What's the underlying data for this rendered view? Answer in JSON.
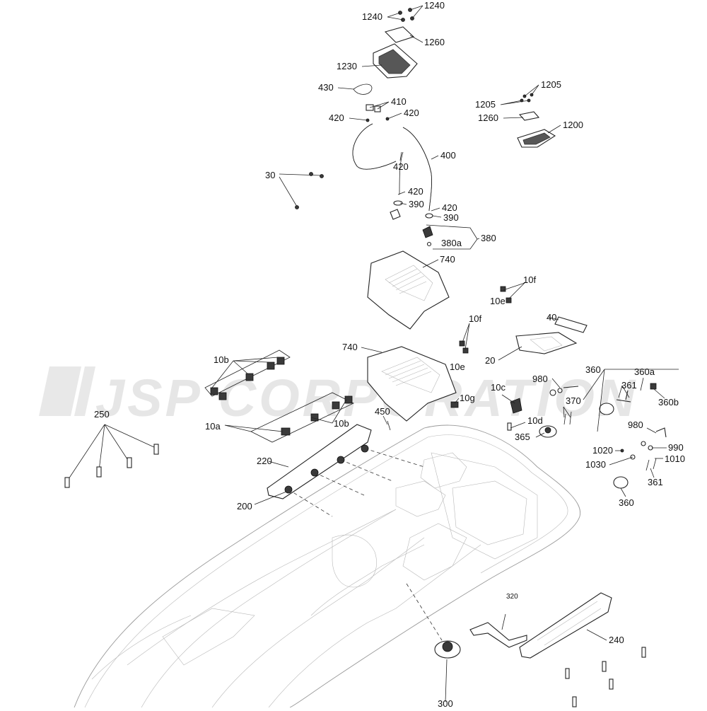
{
  "watermark": "JSP CORPORATION",
  "labels": [
    {
      "id": "l1240a",
      "text": "1240"
    },
    {
      "id": "l1240b",
      "text": "1240"
    },
    {
      "id": "l1260a",
      "text": "1260"
    },
    {
      "id": "l1230",
      "text": "1230"
    },
    {
      "id": "l430",
      "text": "430"
    },
    {
      "id": "l410",
      "text": "410"
    },
    {
      "id": "l420a",
      "text": "420"
    },
    {
      "id": "l420b",
      "text": "420"
    },
    {
      "id": "l1205a",
      "text": "1205"
    },
    {
      "id": "l1205b",
      "text": "1205"
    },
    {
      "id": "l1260b",
      "text": "1260"
    },
    {
      "id": "l1200",
      "text": "1200"
    },
    {
      "id": "l400",
      "text": "400"
    },
    {
      "id": "l420c",
      "text": "420"
    },
    {
      "id": "l30",
      "text": "30"
    },
    {
      "id": "l420d",
      "text": "420"
    },
    {
      "id": "l390a",
      "text": "390"
    },
    {
      "id": "l420e",
      "text": "420"
    },
    {
      "id": "l390b",
      "text": "390"
    },
    {
      "id": "l380",
      "text": "380"
    },
    {
      "id": "l380a",
      "text": "380a"
    },
    {
      "id": "l740a",
      "text": "740"
    },
    {
      "id": "l10f1",
      "text": "10f"
    },
    {
      "id": "l10e1",
      "text": "10e"
    },
    {
      "id": "l40",
      "text": "40"
    },
    {
      "id": "l10f2",
      "text": "10f"
    },
    {
      "id": "l740b",
      "text": "740"
    },
    {
      "id": "l10b1",
      "text": "10b"
    },
    {
      "id": "l20",
      "text": "20"
    },
    {
      "id": "l10e2",
      "text": "10e"
    },
    {
      "id": "l360a",
      "text": "360"
    },
    {
      "id": "l360sub",
      "text": "360a"
    },
    {
      "id": "l980a",
      "text": "980"
    },
    {
      "id": "l361a",
      "text": "361"
    },
    {
      "id": "l10c",
      "text": "10c"
    },
    {
      "id": "l360b",
      "text": "360b"
    },
    {
      "id": "l10g",
      "text": "10g"
    },
    {
      "id": "l370",
      "text": "370"
    },
    {
      "id": "l250",
      "text": "250"
    },
    {
      "id": "l450",
      "text": "450"
    },
    {
      "id": "l10a",
      "text": "10a"
    },
    {
      "id": "l10b2",
      "text": "10b"
    },
    {
      "id": "l10d",
      "text": "10d"
    },
    {
      "id": "l980b",
      "text": "980"
    },
    {
      "id": "l365",
      "text": "365"
    },
    {
      "id": "l990",
      "text": "990"
    },
    {
      "id": "l220",
      "text": "220"
    },
    {
      "id": "l1020",
      "text": "1020"
    },
    {
      "id": "l1010",
      "text": "1010"
    },
    {
      "id": "l1030",
      "text": "1030"
    },
    {
      "id": "l361b",
      "text": "361"
    },
    {
      "id": "l200",
      "text": "200"
    },
    {
      "id": "l360c",
      "text": "360"
    },
    {
      "id": "l320",
      "text": "320"
    },
    {
      "id": "l240",
      "text": "240"
    },
    {
      "id": "l300",
      "text": "300"
    }
  ]
}
